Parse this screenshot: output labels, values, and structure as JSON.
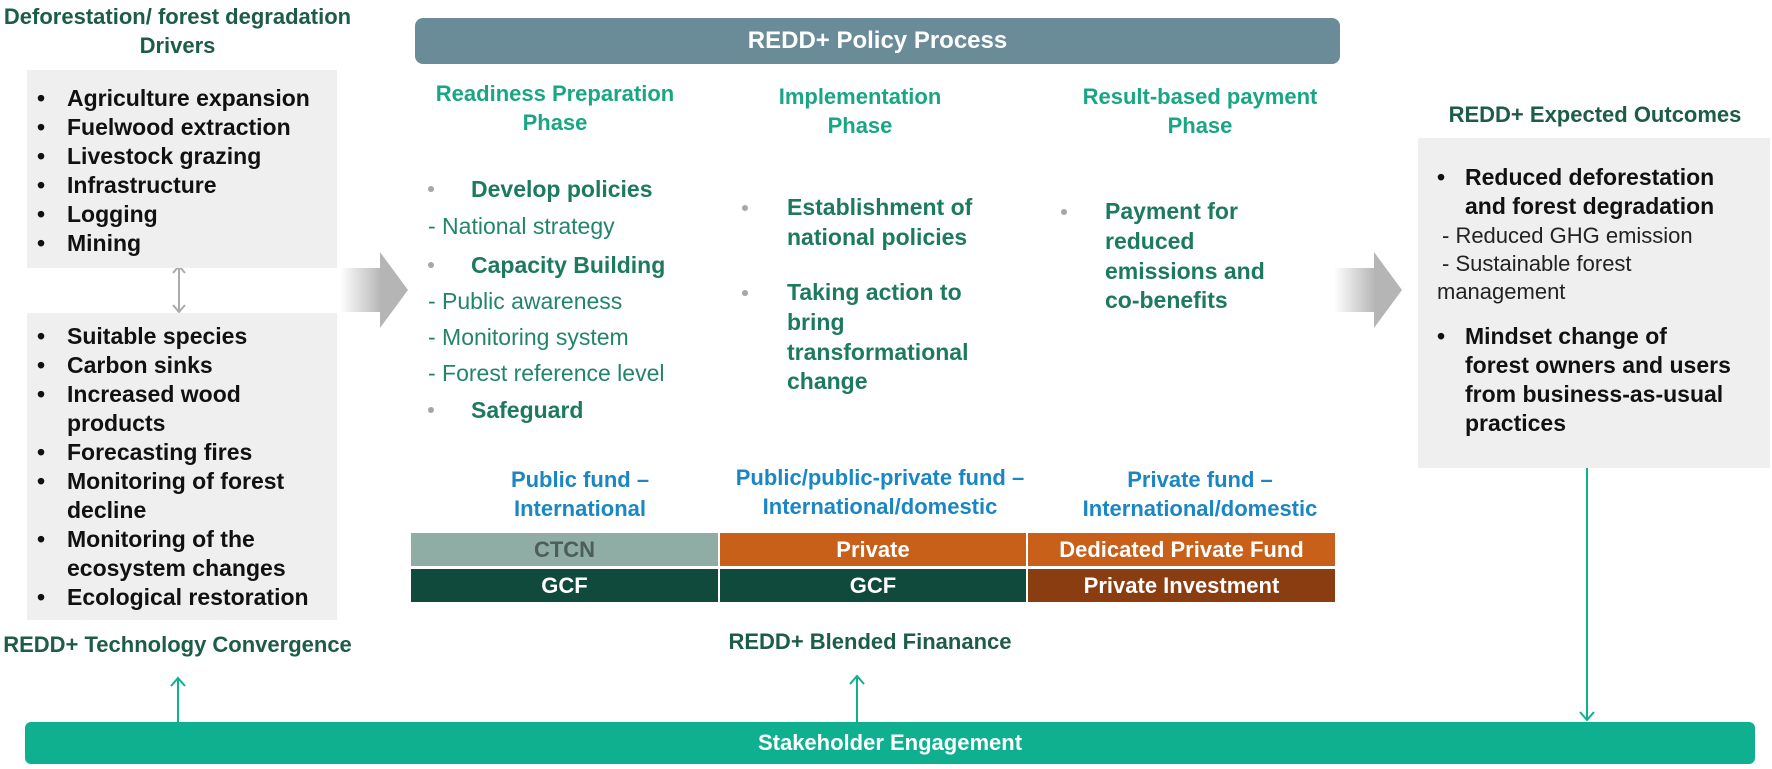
{
  "left": {
    "drivers_title_line1": "Deforestation/ forest degradation",
    "drivers_title_line2": "Drivers",
    "drivers": [
      "Agriculture expansion",
      "Fuelwood extraction",
      "Livestock grazing",
      "Infrastructure",
      "Logging",
      "Mining"
    ],
    "tech": [
      "Suitable species",
      "Carbon sinks",
      "Increased wood",
      "products",
      "Forecasting fires",
      "Monitoring of forest",
      "decline",
      "Monitoring of the",
      "ecosystem changes",
      "Ecological restoration"
    ],
    "tech_title": "REDD+ Technology Convergence"
  },
  "policy": {
    "title": "REDD+ Policy Process",
    "phases": [
      {
        "line1": "Readiness Preparation",
        "line2": "Phase"
      },
      {
        "line1": "Implementation",
        "line2": "Phase"
      },
      {
        "line1": "Result-based payment",
        "line2": "Phase"
      }
    ],
    "phase1_items": {
      "b1": "Develop policies",
      "s1": "- National strategy",
      "b2": "Capacity Building",
      "s2": "- Public awareness",
      "s3": "- Monitoring system",
      "s4": "- Forest reference level",
      "b3": "Safeguard"
    },
    "phase2_items": {
      "a1": "Establishment of",
      "a2": "national policies",
      "b1": "Taking action to",
      "b2": "bring",
      "b3": "transformational",
      "b4": "change"
    },
    "phase3_items": {
      "a1": "Payment for",
      "a2": "reduced",
      "a3": "emissions and",
      "a4": "co-benefits"
    }
  },
  "funds": {
    "col1": {
      "line1": "Public fund –",
      "line2": "International"
    },
    "col2": {
      "line1": "Public/public-private fund –",
      "line2": "International/domestic"
    },
    "col3": {
      "line1": "Private fund –",
      "line2": "International/domestic"
    },
    "row1": [
      "CTCN",
      "Private",
      "Dedicated Private Fund"
    ],
    "row2": [
      "GCF",
      "GCF",
      "Private Investment"
    ],
    "blended_title": "REDD+ Blended Finanance"
  },
  "outcomes": {
    "title": "REDD+ Expected Outcomes",
    "o1_line1": "Reduced deforestation",
    "o1_line2": "and forest degradation",
    "sub1": "- Reduced GHG emission",
    "sub2": "- Sustainable forest",
    "sub3": "management",
    "o2_line1": "Mindset change of",
    "o2_line2": "forest owners and users",
    "o2_line3": "from business-as-usual",
    "o2_line4": "practices"
  },
  "stakeholder": "Stakeholder Engagement",
  "colors": {
    "dark_green": "#1d5c46",
    "teal": "#1aa684",
    "blue": "#1b86c4",
    "header_bar": "#6a8b98",
    "stakeholder_bar": "#0fb08f",
    "ctcn": "#8fada5",
    "gcf": "#0f4a3c",
    "private": "#c8601a",
    "private_investment": "#8a3d10"
  }
}
